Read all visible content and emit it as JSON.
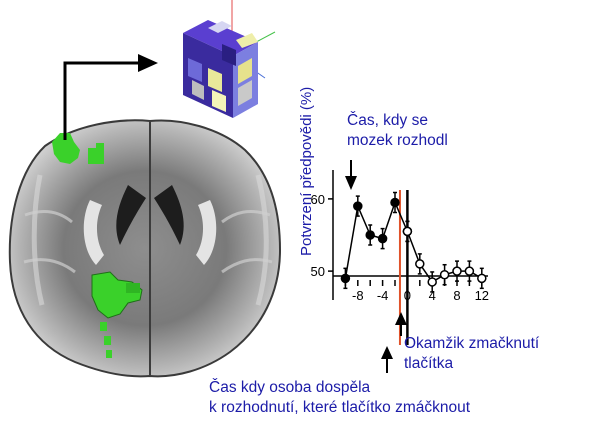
{
  "annotations": {
    "decision_time": [
      "Čas, kdy se",
      "mozek rozhodl"
    ],
    "button_press": [
      "Okamžik zmačknutí",
      "tlačítka"
    ],
    "awareness_time": [
      "Čas kdy osoba dospěla",
      "k rozhodnutí, které tlačítko zmáčknout"
    ]
  },
  "chart_data": {
    "type": "line",
    "ylabel": "Potvrzení předpovědi (%)",
    "y_ticks": [
      "60",
      "50"
    ],
    "x_ticks": [
      "-8",
      "-4",
      "0",
      "4",
      "8",
      "12"
    ],
    "ylim": [
      46,
      64
    ],
    "xlim": [
      -12,
      13
    ],
    "series": [
      {
        "x": [
          -10,
          -8,
          -6,
          -4,
          -2,
          0
        ],
        "y": [
          49,
          59,
          55,
          54.5,
          59.5,
          55.5
        ],
        "marker": "filled"
      },
      {
        "x": [
          0,
          2,
          4,
          6,
          8,
          10,
          12
        ],
        "y": [
          55.5,
          51,
          48.5,
          49.5,
          50,
          50,
          49
        ],
        "marker": "open"
      }
    ],
    "vlines": [
      {
        "x": -1.2,
        "color": "#e0522a"
      },
      {
        "x": 0,
        "color": "#000000"
      }
    ]
  },
  "colors": {
    "text_blue": "#1c1ca8",
    "activation_green": "#3ad12a",
    "awareness_line": "#e0522a"
  }
}
